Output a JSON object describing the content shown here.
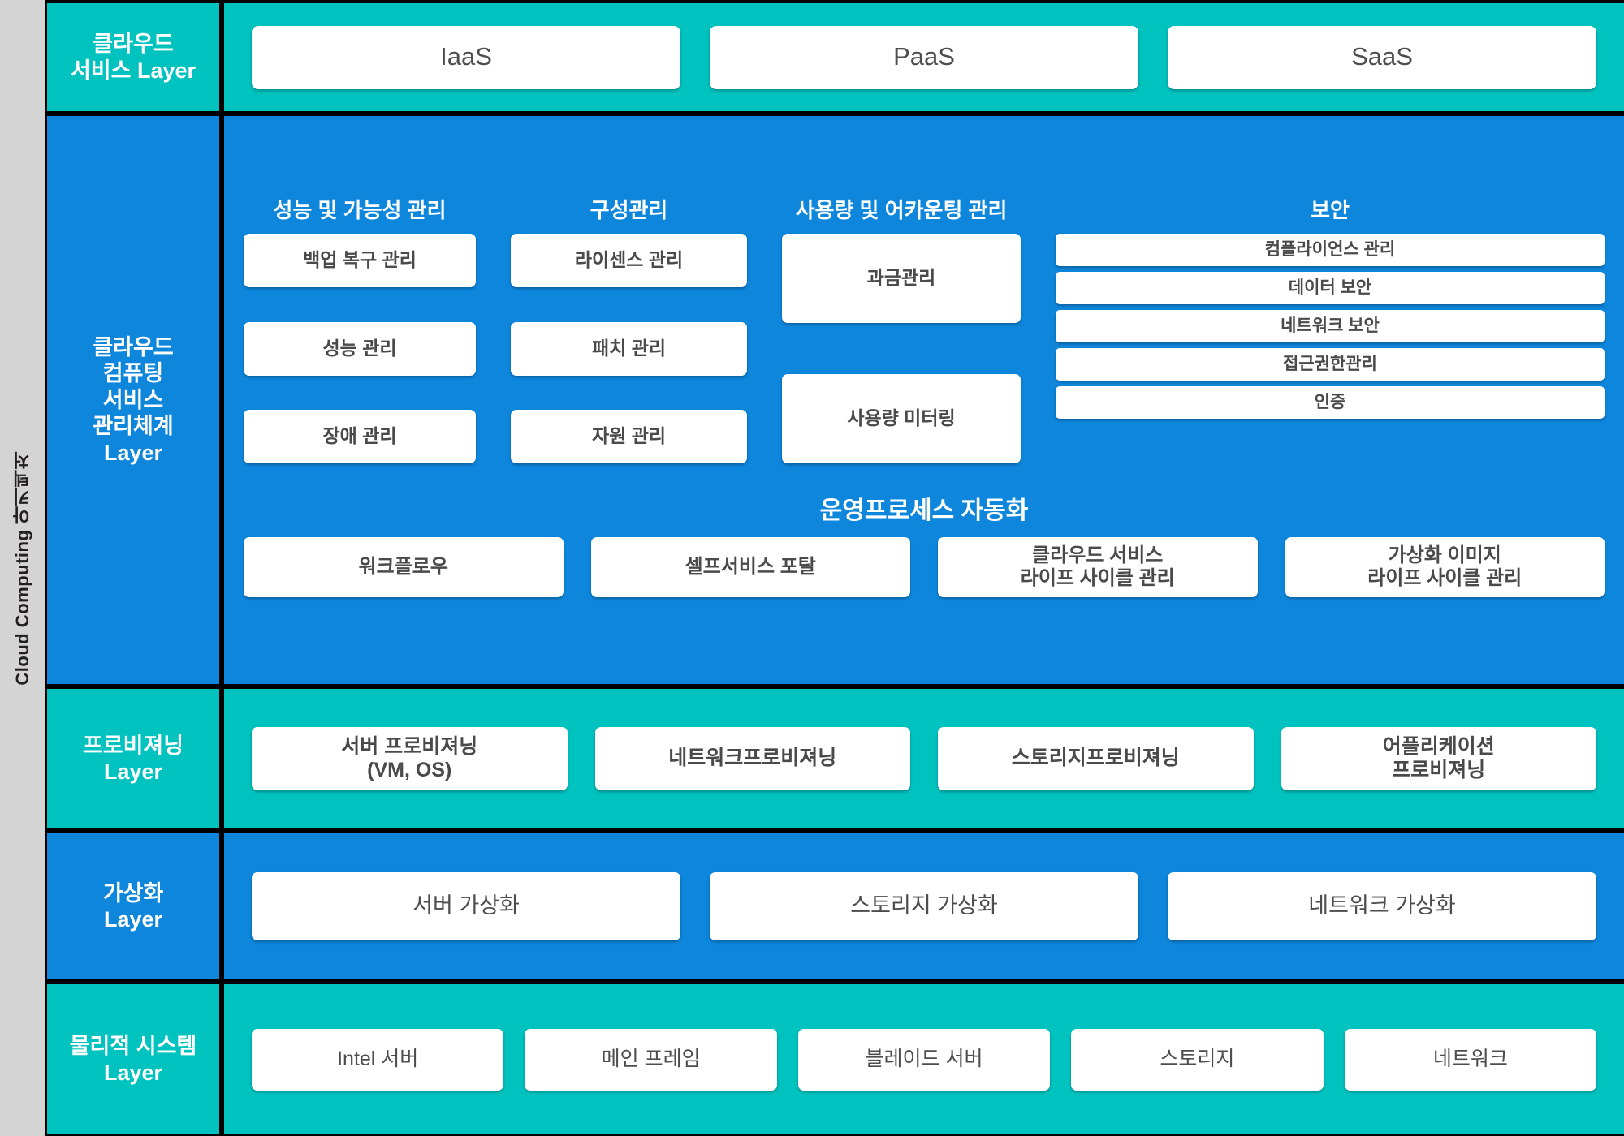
{
  "rail": {
    "label": "Cloud Computing 아키텍처"
  },
  "colors": {
    "teal": "#00c2bf",
    "blue": "#0d86dc",
    "rail_bg": "#d4d4d4",
    "chip_bg": "#ffffff",
    "chip_text": "#4a4a4a",
    "grid_line": "#000000"
  },
  "layers": [
    {
      "id": "cloud-service-layer",
      "title": "클라우드\n서비스 Layer",
      "tone": "teal",
      "items": [
        {
          "label": "IaaS"
        },
        {
          "label": "PaaS"
        },
        {
          "label": "SaaS"
        }
      ]
    },
    {
      "id": "cloud-computing-service-management-layer",
      "title": "클라우드\n컴퓨팅\n서비스\n관리체계\nLayer",
      "tone": "blue",
      "groups": [
        {
          "id": "performance-availability-management",
          "title": "성능 및 가능성 관리",
          "items": [
            {
              "label": "백업 복구 관리"
            },
            {
              "label": "성능 관리"
            },
            {
              "label": "장애 관리"
            }
          ]
        },
        {
          "id": "configuration-management",
          "title": "구성관리",
          "items": [
            {
              "label": "라이센스 관리"
            },
            {
              "label": "패치 관리"
            },
            {
              "label": "자원 관리"
            }
          ]
        },
        {
          "id": "usage-accounting-management",
          "title": "사용량 및 어카운팅 관리",
          "items": [
            {
              "label": "과금관리"
            },
            {
              "label": "사용량 미터링"
            }
          ]
        },
        {
          "id": "security",
          "title": "보안",
          "items": [
            {
              "label": "컴플라이언스 관리"
            },
            {
              "label": "데이터 보안"
            },
            {
              "label": "네트워크 보안"
            },
            {
              "label": "접근권한관리"
            },
            {
              "label": "인증"
            }
          ]
        }
      ],
      "automation": {
        "id": "operations-process-automation",
        "title": "운영프로세스 자동화",
        "items": [
          {
            "label": "워크플로우"
          },
          {
            "label": "셀프서비스 포탈"
          },
          {
            "label": "클라우드 서비스\n라이프 사이클 관리"
          },
          {
            "label": "가상화 이미지\n라이프 사이클 관리"
          }
        ]
      }
    },
    {
      "id": "provisioning-layer",
      "title": "프로비져닝\nLayer",
      "tone": "teal",
      "items": [
        {
          "label": "서버 프로비져닝\n(VM, OS)"
        },
        {
          "label": "네트워크프로비져닝"
        },
        {
          "label": "스토리지프로비져닝"
        },
        {
          "label": "어플리케이션\n프로비져닝"
        }
      ]
    },
    {
      "id": "virtualization-layer",
      "title": "가상화\nLayer",
      "tone": "blue",
      "items": [
        {
          "label": "서버 가상화"
        },
        {
          "label": "스토리지 가상화"
        },
        {
          "label": "네트워크 가상화"
        }
      ]
    },
    {
      "id": "physical-system-layer",
      "title": "물리적 시스템\nLayer",
      "tone": "teal",
      "items": [
        {
          "label": "Intel 서버"
        },
        {
          "label": "메인 프레임"
        },
        {
          "label": "블레이드 서버"
        },
        {
          "label": "스토리지"
        },
        {
          "label": "네트워크"
        }
      ]
    }
  ]
}
